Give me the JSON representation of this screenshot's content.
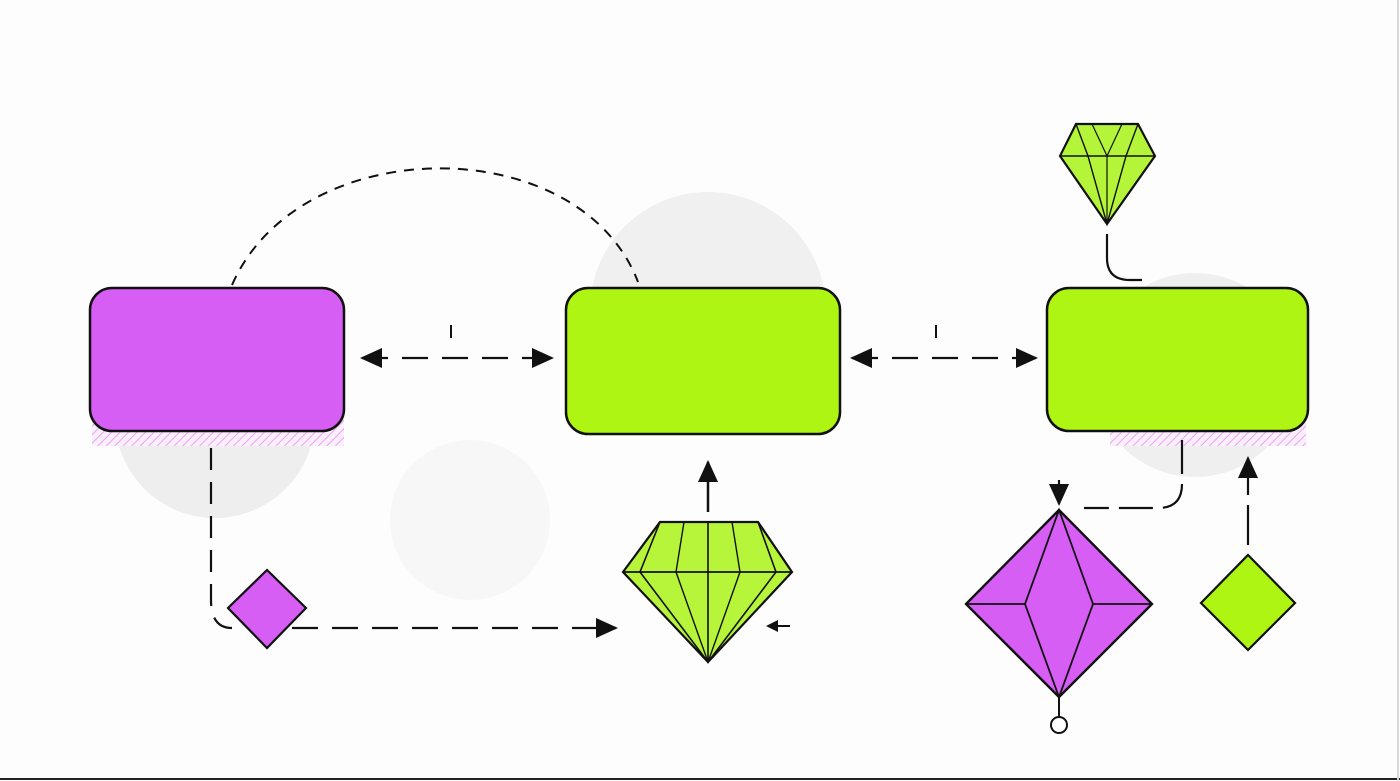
{
  "diagram": {
    "colors": {
      "background": "#fdfdfd",
      "purple": "#d65ef5",
      "lime": "#aef514",
      "lime_light": "#c4f55a",
      "stroke": "#111111",
      "circle": "#eeeeef",
      "hatch": "#e6a6ee"
    },
    "nodes": [
      {
        "id": "purple-box",
        "shape": "rounded-rectangle",
        "color": "purple",
        "label": ""
      },
      {
        "id": "lime-box-center",
        "shape": "rounded-rectangle",
        "color": "lime",
        "label": ""
      },
      {
        "id": "lime-box-right",
        "shape": "rounded-rectangle",
        "color": "lime",
        "label": ""
      },
      {
        "id": "purple-small-diamond",
        "shape": "diamond",
        "color": "purple"
      },
      {
        "id": "lime-large-gem",
        "shape": "gem",
        "color": "lime"
      },
      {
        "id": "lime-top-gem",
        "shape": "gem",
        "color": "lime"
      },
      {
        "id": "purple-large-octahedron",
        "shape": "faceted-diamond",
        "color": "purple"
      },
      {
        "id": "lime-small-diamond",
        "shape": "diamond",
        "color": "lime"
      },
      {
        "id": "terminal-circle",
        "shape": "circle",
        "color": "white"
      }
    ],
    "edges": [
      {
        "from": "purple-box",
        "to": "lime-box-center",
        "style": "dashed",
        "arrow": "both"
      },
      {
        "from": "lime-box-center",
        "to": "lime-box-right",
        "style": "dashed",
        "arrow": "both"
      },
      {
        "from": "purple-box",
        "to": "lime-box-center",
        "style": "dashed-arc",
        "arrow": "none"
      },
      {
        "from": "purple-box",
        "to": "purple-small-diamond",
        "style": "dashed",
        "arrow": "none"
      },
      {
        "from": "purple-small-diamond",
        "to": "lime-large-gem",
        "style": "dashed",
        "arrow": "end"
      },
      {
        "from": "lime-large-gem",
        "to": "lime-box-center",
        "style": "solid",
        "arrow": "end"
      },
      {
        "from": "lime-top-gem",
        "to": "lime-box-right",
        "style": "solid",
        "arrow": "none"
      },
      {
        "from": "lime-box-right",
        "to": "purple-large-octahedron",
        "style": "mixed",
        "arrow": "end"
      },
      {
        "from": "lime-small-diamond",
        "to": "lime-box-right",
        "style": "dashed",
        "arrow": "end"
      },
      {
        "from": "purple-large-octahedron",
        "to": "terminal-circle",
        "style": "solid",
        "arrow": "none"
      }
    ]
  }
}
